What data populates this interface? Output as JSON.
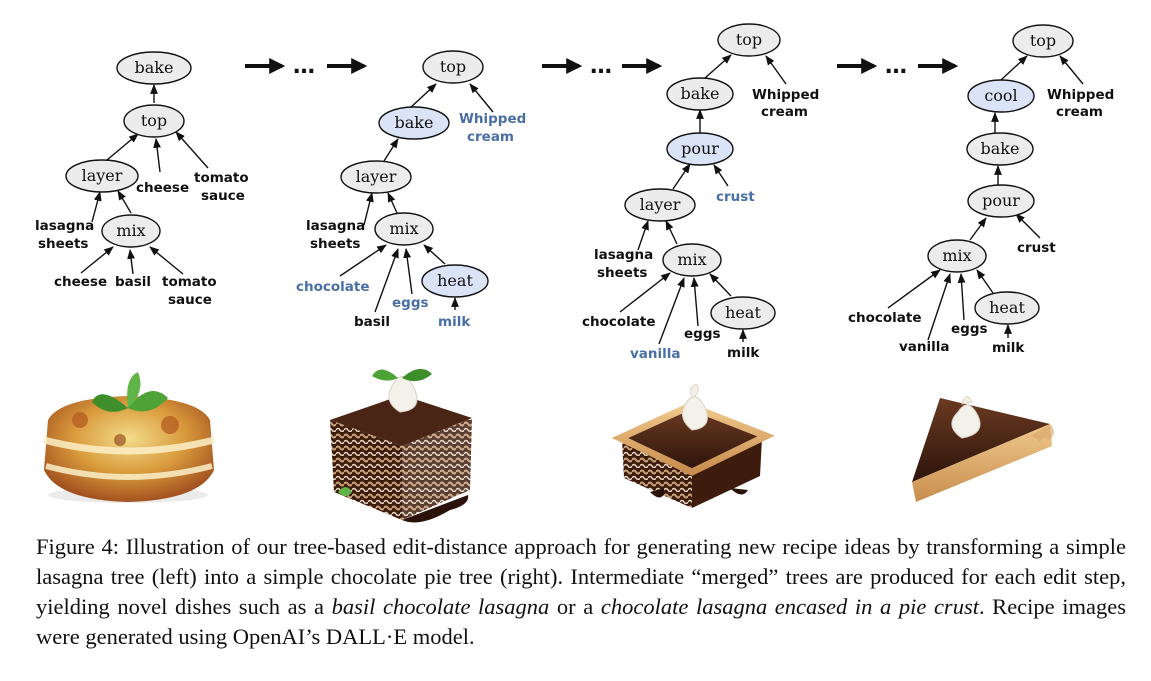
{
  "trees": [
    {
      "nodes": {
        "bake": "bake",
        "top": "top",
        "layer": "layer",
        "mix": "mix"
      },
      "leaves": {
        "cheese": "cheese",
        "tomato_sauce": [
          "tomato",
          "sauce"
        ],
        "lasagna_sheets": [
          "lasagna",
          "sheets"
        ],
        "mix_cheese": "cheese",
        "basil": "basil",
        "mix_tomato_sauce": [
          "tomato",
          "sauce"
        ]
      }
    },
    {
      "nodes": {
        "top": "top",
        "bake": "bake",
        "layer": "layer",
        "mix": "mix",
        "heat": "heat"
      },
      "leaves": {
        "whipped_cream": [
          "Whipped",
          "cream"
        ],
        "lasagna_sheets": [
          "lasagna",
          "sheets"
        ],
        "chocolate": "chocolate",
        "basil": "basil",
        "eggs": "eggs",
        "milk": "milk"
      }
    },
    {
      "nodes": {
        "top": "top",
        "bake": "bake",
        "pour": "pour",
        "layer": "layer",
        "mix": "mix",
        "heat": "heat"
      },
      "leaves": {
        "whipped_cream": [
          "Whipped",
          "cream"
        ],
        "crust": "crust",
        "lasagna_sheets": [
          "lasagna",
          "sheets"
        ],
        "chocolate": "chocolate",
        "vanilla": "vanilla",
        "eggs": "eggs",
        "milk": "milk"
      }
    },
    {
      "nodes": {
        "top": "top",
        "cool": "cool",
        "bake": "bake",
        "pour": "pour",
        "mix": "mix",
        "heat": "heat"
      },
      "leaves": {
        "whipped_cream": [
          "Whipped",
          "cream"
        ],
        "crust": "crust",
        "chocolate": "chocolate",
        "vanilla": "vanilla",
        "eggs": "eggs",
        "milk": "milk"
      }
    }
  ],
  "arrows": {
    "ellipsis": "…"
  },
  "colors": {
    "highlight_fill": "#dbe3f6",
    "node_fill": "#ececec",
    "added_text": "#4a6fa5"
  },
  "caption": {
    "part1": "Figure 4: Illustration of our tree-based edit-distance approach for generating new recipe ideas by transforming a simple lasagna tree (left) into a simple chocolate pie tree (right). Intermediate “merged” trees are produced for each edit step, yielding novel dishes such as a ",
    "em1": "basil chocolate lasagna",
    "part2": " or a ",
    "em2": "chocolate lasagna encased in a pie crust",
    "part3": ". Recipe images were generated using OpenAI’s DALL·E model."
  }
}
